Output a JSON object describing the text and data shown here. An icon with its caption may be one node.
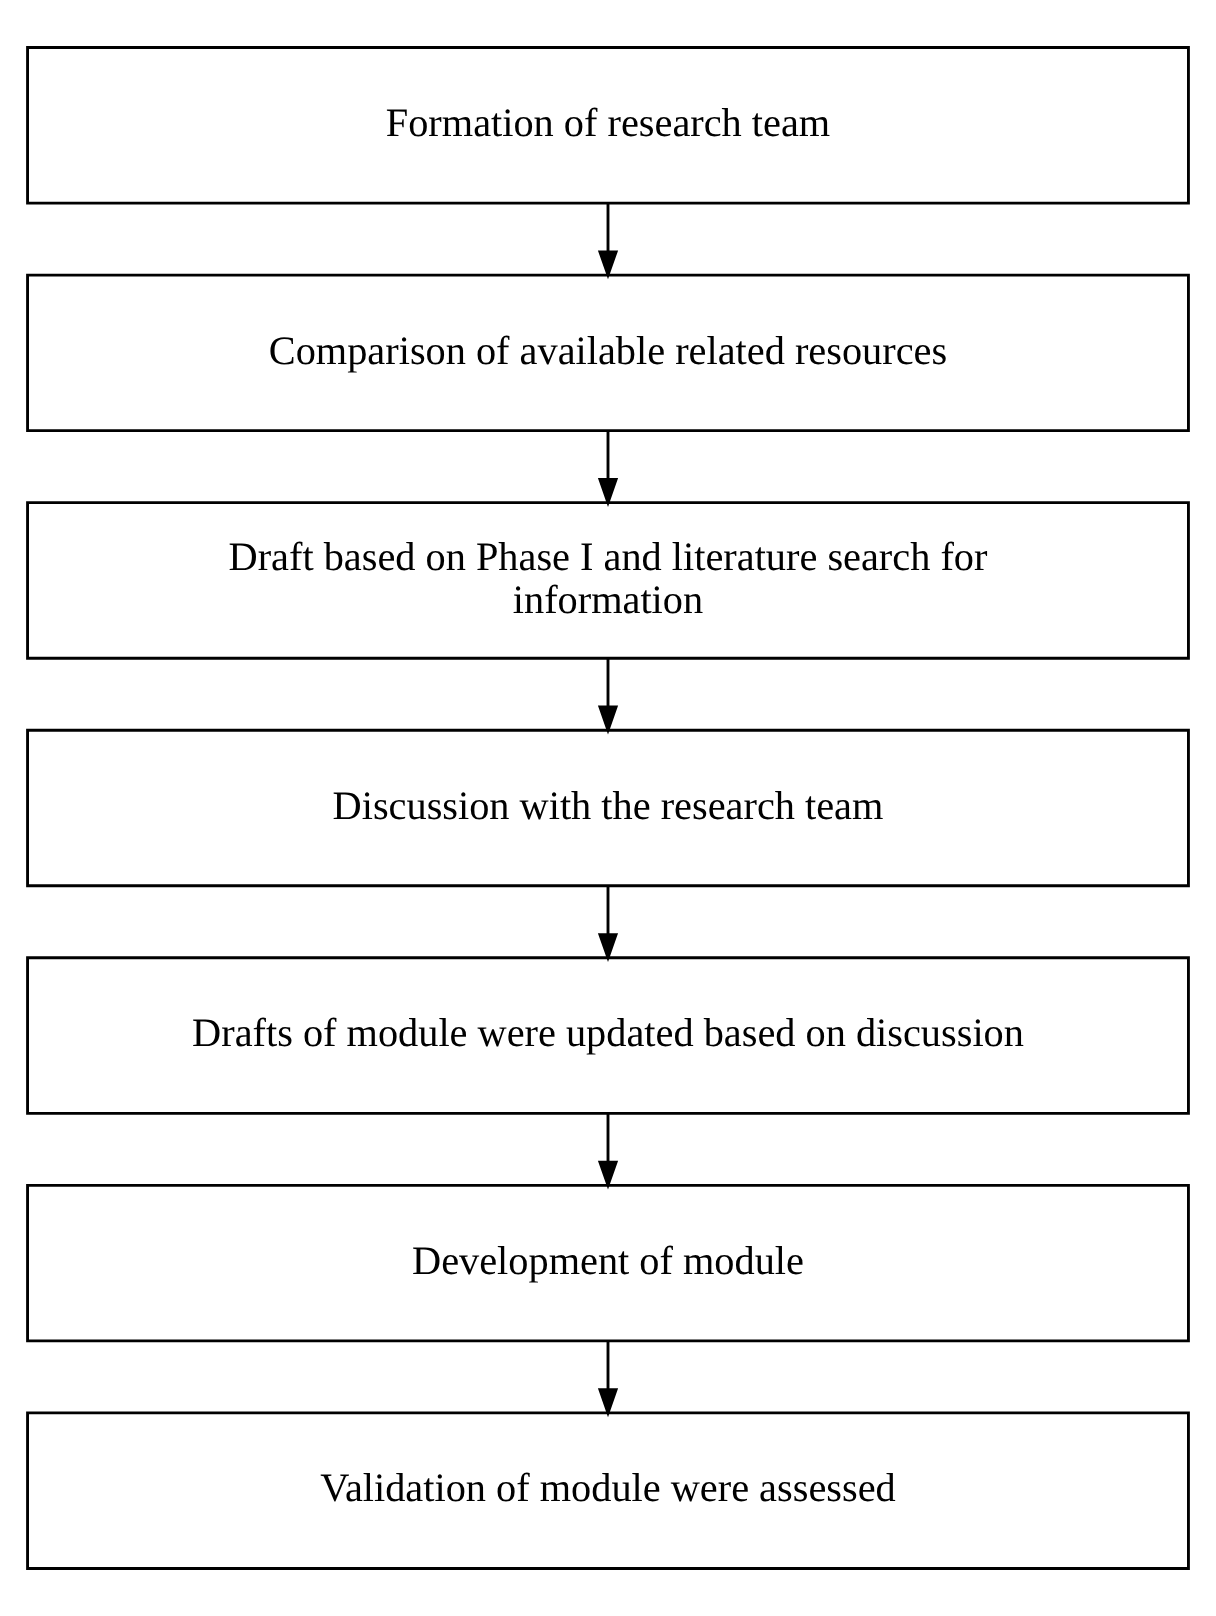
{
  "diagram": {
    "nodes": [
      {
        "text": [
          "Formation of research team"
        ]
      },
      {
        "text": [
          "Comparison of available related resources"
        ]
      },
      {
        "text": [
          "Draft based on Phase I and literature search for information"
        ]
      },
      {
        "text": [
          "Discussion with the research team"
        ]
      },
      {
        "text": [
          "Drafts of module were updated based on discussion"
        ]
      },
      {
        "text": [
          "Development of module"
        ]
      },
      {
        "text": [
          "Validation of module were assessed"
        ]
      }
    ],
    "edges": [
      {
        "from": 0,
        "to": 1,
        "arrow": "to"
      },
      {
        "from": 1,
        "to": 2,
        "arrow": "to"
      },
      {
        "from": 2,
        "to": 3,
        "arrow": "to"
      },
      {
        "from": 3,
        "to": 4,
        "arrow": "to"
      },
      {
        "from": 4,
        "to": 5,
        "arrow": "to"
      },
      {
        "from": 5,
        "to": 6,
        "arrow": "to"
      }
    ]
  }
}
